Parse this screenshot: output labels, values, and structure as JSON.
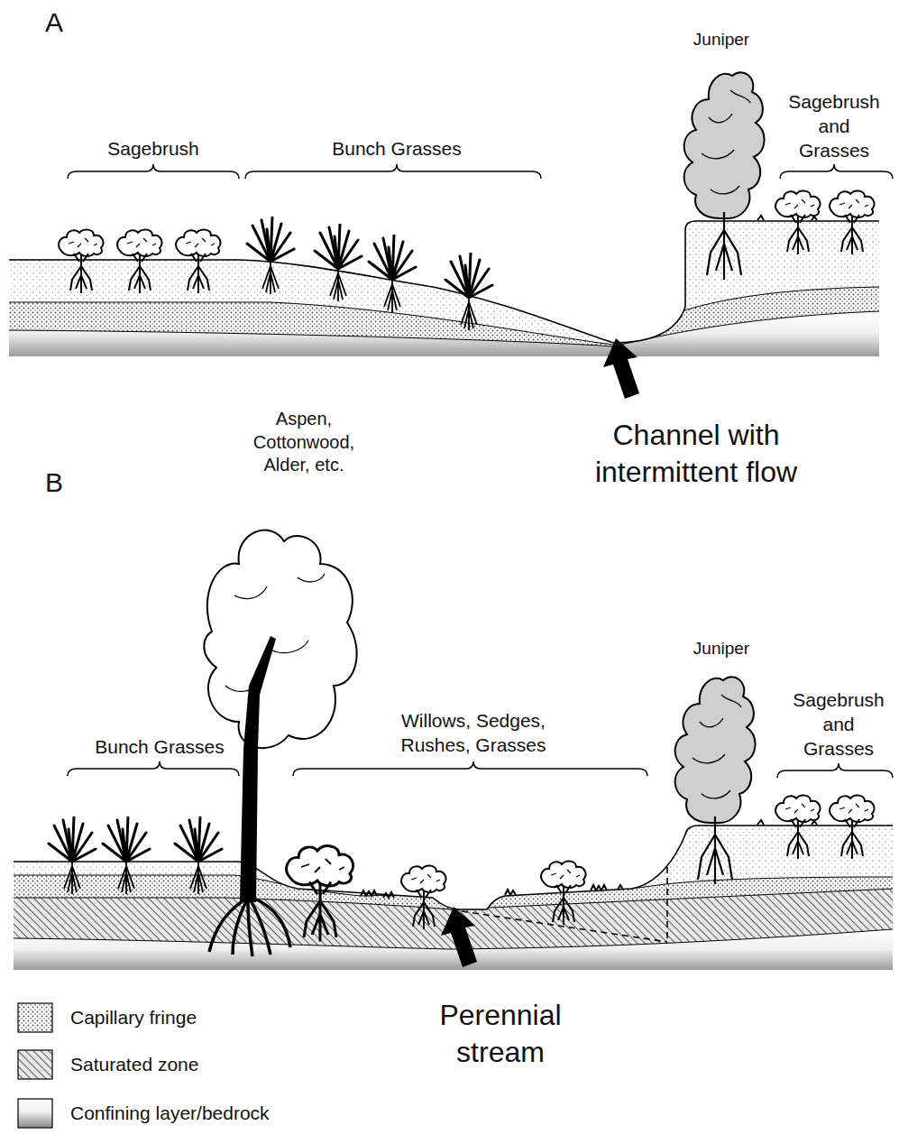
{
  "diagram": {
    "labels": [
      "A",
      "Sagebrush",
      "Bunch Grasses",
      "Juniper",
      "Sagebrush and Grasses",
      "Channel with intermittent flow",
      "B",
      "Aspen, Cottonwood, Alder, etc.",
      "Bunch Grasses",
      "Willows, Sedges, Rushes, Grasses",
      "Juniper",
      "Sagebrush and Grasses",
      "Perennial stream"
    ],
    "legend": [
      {
        "text": "Capillary fringe"
      },
      {
        "text": "Saturated zone"
      },
      {
        "text": "Confining layer/bedrock"
      }
    ]
  }
}
